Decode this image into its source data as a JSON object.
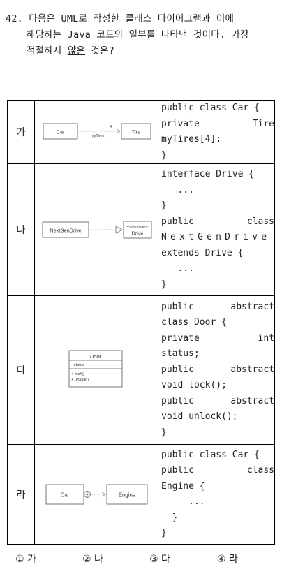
{
  "question": {
    "line1": "42. 다음은 UML로 작성한 클래스 다이어그램과 이에",
    "line2": "해당하는 Java 코드의 일부를 나타낸 것이다. 가장",
    "line3_a": "적절하지 ",
    "line3_u": "않은",
    "line3_b": " 것은?"
  },
  "rows": [
    {
      "label": "가",
      "diagram": {
        "class_a": "Car",
        "class_b": "Tire",
        "multiplicity": "4",
        "role": "myTires"
      },
      "code": [
        "public class Car {",
        "  private        Tire",
        "myTires[4];",
        "}"
      ]
    },
    {
      "label": "나",
      "diagram": {
        "class_a": "NextGenDrive",
        "stereotype": "<<interface>>",
        "class_b": "Drive"
      },
      "code": [
        "interface Drive {",
        "   ...",
        "}",
        "public          class",
        "NextGenDrive",
        "extends Drive {",
        "   ...",
        "}"
      ]
    },
    {
      "label": "다",
      "diagram": {
        "class_name": "Door",
        "attribute": "- status",
        "op1": "+ lock()",
        "op2": "+ unlock()"
      },
      "code": [
        "public      abstract",
        "class Door {",
        "  private        int",
        "status;",
        "  public    abstract",
        "void lock();",
        "  public    abstract",
        "void unlock();",
        "}"
      ]
    },
    {
      "label": "라",
      "diagram": {
        "class_a": "Car",
        "class_b": "Engine"
      },
      "code": [
        "public class Car {",
        "  public        class",
        "Engine {",
        "     ...",
        "  }",
        "}"
      ]
    }
  ],
  "answers": [
    "① 가",
    "② 나",
    "③ 다",
    "④ 라"
  ]
}
